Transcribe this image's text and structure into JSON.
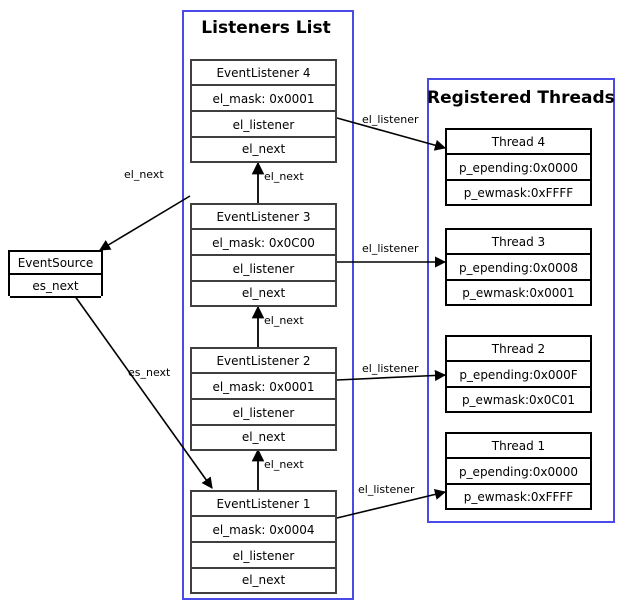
{
  "diagram": {
    "title_listeners": "Listeners List",
    "title_threads": "Registered Threads"
  },
  "event_source": {
    "name": "EventSource",
    "fields": [
      "es_next"
    ]
  },
  "listeners": [
    {
      "name": "EventListener 4",
      "mask": "el_mask: 0x0001",
      "listener_field": "el_listener",
      "next_field": "el_next"
    },
    {
      "name": "EventListener 3",
      "mask": "el_mask: 0x0C00",
      "listener_field": "el_listener",
      "next_field": "el_next"
    },
    {
      "name": "EventListener 2",
      "mask": "el_mask: 0x0001",
      "listener_field": "el_listener",
      "next_field": "el_next"
    },
    {
      "name": "EventListener 1",
      "mask": "el_mask: 0x0004",
      "listener_field": "el_listener",
      "next_field": "el_next"
    }
  ],
  "threads": [
    {
      "name": "Thread 4",
      "epending": "p_epending:0x0000",
      "ewmask": "p_ewmask:0xFFFF"
    },
    {
      "name": "Thread 3",
      "epending": "p_epending:0x0008",
      "ewmask": "p_ewmask:0x0001"
    },
    {
      "name": "Thread 2",
      "epending": "p_epending:0x000F",
      "ewmask": "p_ewmask:0x0C01"
    },
    {
      "name": "Thread 1",
      "epending": "p_epending:0x0000",
      "ewmask": "p_ewmask:0xFFFF"
    }
  ],
  "edge_labels": {
    "src_to_l4": "el_next",
    "src_to_l1": "es_next",
    "l3_to_l4": "el_next",
    "l2_to_l3": "el_next",
    "l1_to_l2": "el_next",
    "l4_to_t4": "el_listener",
    "l3_to_t3": "el_listener",
    "l2_to_t2": "el_listener",
    "l1_to_t1": "el_listener"
  },
  "colors": {
    "frame_blue": "#4a4ae8",
    "box_border": "#3f3f3f",
    "background": "#ffffff",
    "text": "#000000"
  }
}
